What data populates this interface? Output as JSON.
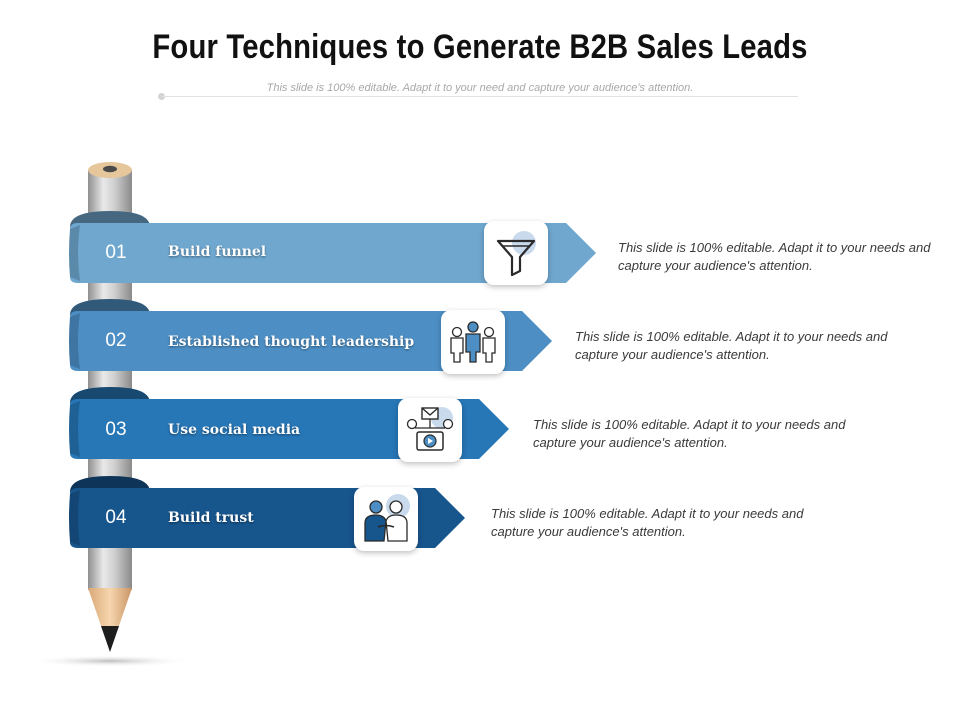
{
  "title": "Four Techniques to Generate B2B Sales Leads",
  "subtitle": "This slide is 100% editable. Adapt it to your need and capture your audience's attention.",
  "colors": {
    "step1": "#6fa7cf",
    "step2": "#4d8fc5",
    "step3": "#2776b6",
    "step4": "#17558d"
  },
  "steps": [
    {
      "number": "01",
      "label": "Build funnel",
      "icon": "funnel-icon",
      "description": "This slide is 100% editable. Adapt it to your needs and capture your audience's attention."
    },
    {
      "number": "02",
      "label": "Established thought leadership",
      "icon": "people-group-icon",
      "description": "This slide is 100% editable. Adapt it to your needs and capture your audience's attention."
    },
    {
      "number": "03",
      "label": "Use social media",
      "icon": "social-media-icon",
      "description": "This slide is 100% editable. Adapt it to your needs and capture your audience's attention."
    },
    {
      "number": "04",
      "label": "Build trust",
      "icon": "handshake-icon",
      "description": "This slide is 100% editable. Adapt it to your needs and capture your audience's attention."
    }
  ]
}
